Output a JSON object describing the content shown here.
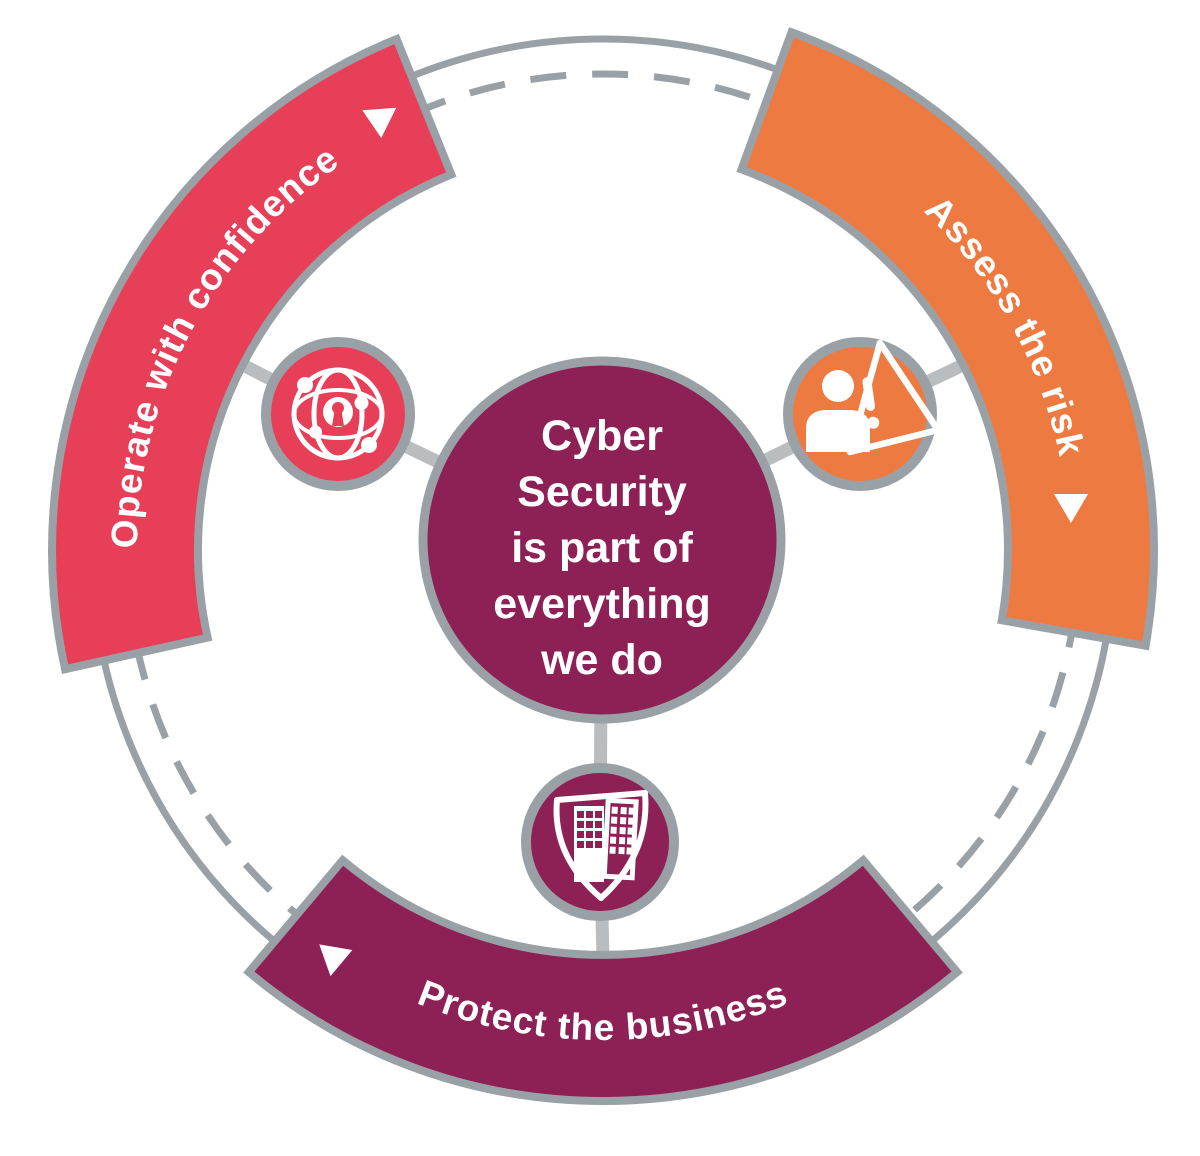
{
  "diagram": {
    "title": "Cyber Security cycle diagram",
    "icon_color": "#ffffff",
    "center": {
      "lines": [
        "Cyber",
        "Security",
        "is part of",
        "everything",
        "we do"
      ],
      "color": "#8d2055"
    },
    "segments": [
      {
        "id": "operate",
        "label": "Operate with confidence",
        "color": "#e73f58",
        "icon": "globe-network-lock",
        "arrow_direction": "clockwise"
      },
      {
        "id": "assess",
        "label": "Assess the risk",
        "color": "#ed7b41",
        "icon": "person-warning",
        "arrow_direction": "clockwise"
      },
      {
        "id": "protect",
        "label": "Protect the business",
        "color": "#8d2055",
        "icon": "shield-building",
        "arrow_direction": "clockwise"
      }
    ],
    "ring": {
      "solid_color": "#9aa1a6",
      "connector_color": "#b9bdc0",
      "text_color": "#ffffff"
    }
  }
}
